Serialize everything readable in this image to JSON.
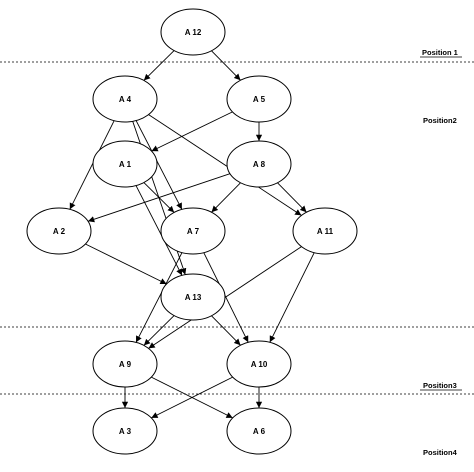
{
  "nodes": [
    {
      "id": "a12",
      "label": "A 12"
    },
    {
      "id": "a4",
      "label": "A 4"
    },
    {
      "id": "a5",
      "label": "A 5"
    },
    {
      "id": "a1",
      "label": "A 1"
    },
    {
      "id": "a8",
      "label": "A 8"
    },
    {
      "id": "a2",
      "label": "A 2"
    },
    {
      "id": "a7",
      "label": "A 7"
    },
    {
      "id": "a11",
      "label": "A 11"
    },
    {
      "id": "a13",
      "label": "A 13"
    },
    {
      "id": "a9",
      "label": "A 9"
    },
    {
      "id": "a10",
      "label": "A 10"
    },
    {
      "id": "a3",
      "label": "A 3"
    },
    {
      "id": "a6",
      "label": "A 6"
    }
  ],
  "edges": [
    {
      "from": "a12",
      "to": "a4"
    },
    {
      "from": "a12",
      "to": "a5"
    },
    {
      "from": "a4",
      "to": "a2"
    },
    {
      "from": "a4",
      "to": "a7"
    },
    {
      "from": "a4",
      "to": "a11"
    },
    {
      "from": "a4",
      "to": "a13"
    },
    {
      "from": "a5",
      "to": "a1"
    },
    {
      "from": "a5",
      "to": "a8"
    },
    {
      "from": "a1",
      "to": "a7"
    },
    {
      "from": "a1",
      "to": "a13"
    },
    {
      "from": "a8",
      "to": "a2"
    },
    {
      "from": "a8",
      "to": "a7"
    },
    {
      "from": "a8",
      "to": "a11"
    },
    {
      "from": "a2",
      "to": "a13"
    },
    {
      "from": "a7",
      "to": "a9"
    },
    {
      "from": "a7",
      "to": "a10"
    },
    {
      "from": "a11",
      "to": "a9"
    },
    {
      "from": "a11",
      "to": "a10"
    },
    {
      "from": "a13",
      "to": "a9"
    },
    {
      "from": "a13",
      "to": "a10"
    },
    {
      "from": "a9",
      "to": "a3"
    },
    {
      "from": "a9",
      "to": "a6"
    },
    {
      "from": "a10",
      "to": "a3"
    },
    {
      "from": "a10",
      "to": "a6"
    }
  ],
  "positions": {
    "position1": "Position 1",
    "position2": "Position2",
    "position3": "Position3",
    "position4": "Position4"
  }
}
